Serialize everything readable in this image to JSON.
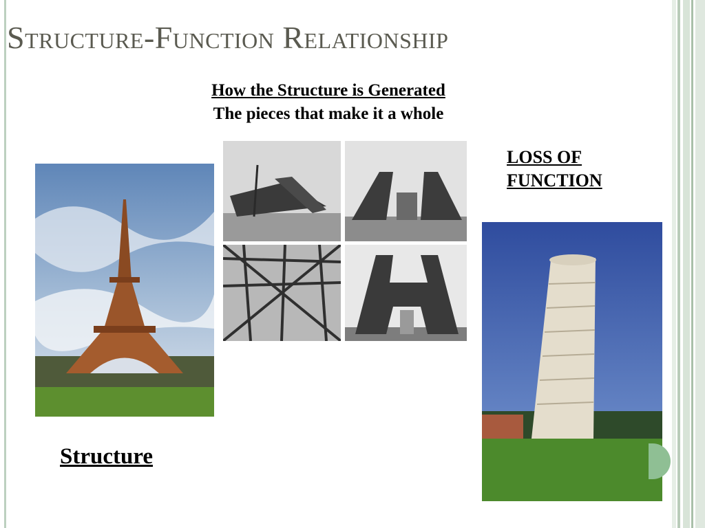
{
  "slide": {
    "title": "Structure-Function Relationship",
    "subheading_1": "How the Structure is Generated",
    "subheading_2": "The pieces that make it a whole",
    "loss_label": "LOSS OF FUNCTION",
    "structure_label": "Structure"
  },
  "colors": {
    "title": "#5a5a50",
    "accent_green": "#8fbf94",
    "stripe_green": "#bcd0bf"
  },
  "images": [
    "eiffel-tower-photo",
    "construction-photo-1",
    "construction-photo-2",
    "construction-photo-3",
    "construction-photo-4",
    "leaning-tower-of-pisa-photo"
  ]
}
